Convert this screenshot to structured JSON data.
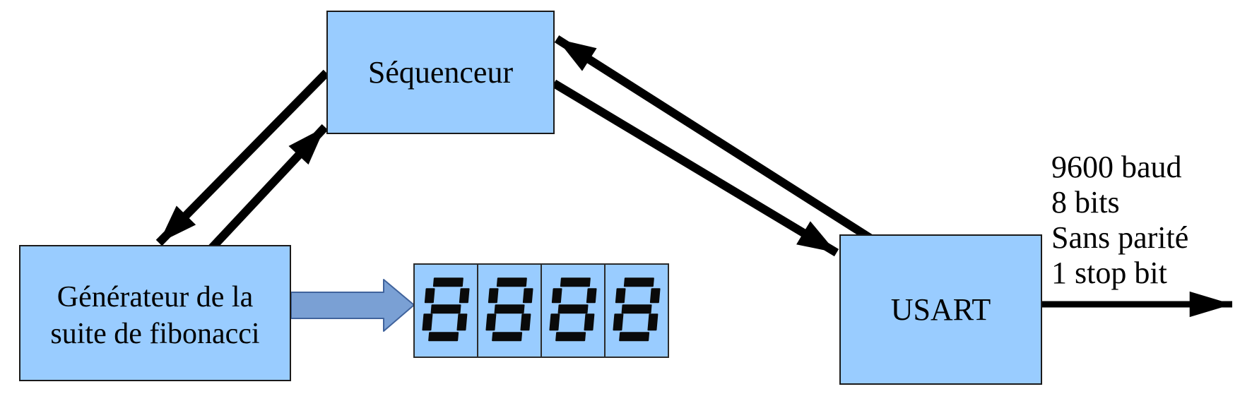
{
  "diagram": {
    "sequencer": {
      "label": "Séquenceur"
    },
    "generator": {
      "lines": [
        "Générateur de la",
        "suite de fibonacci"
      ]
    },
    "usart": {
      "label": "USART"
    },
    "display": {
      "digits": [
        "8",
        "8",
        "8",
        "8"
      ]
    },
    "uart_config": {
      "lines": [
        "9600 baud",
        "8 bits",
        "Sans parité",
        "1 stop bit"
      ]
    },
    "colors": {
      "canvas_bg": "#ffffff",
      "text_color": "#000000",
      "box_fill": "#99ccff",
      "box_border": "#1a1a1a",
      "display_border": "#2b2b2b",
      "segment_color": "#0a0a0a",
      "arrow_color": "#000000",
      "block_arrow_fill": "#7aa0d4",
      "block_arrow_border": "#40639c"
    }
  }
}
